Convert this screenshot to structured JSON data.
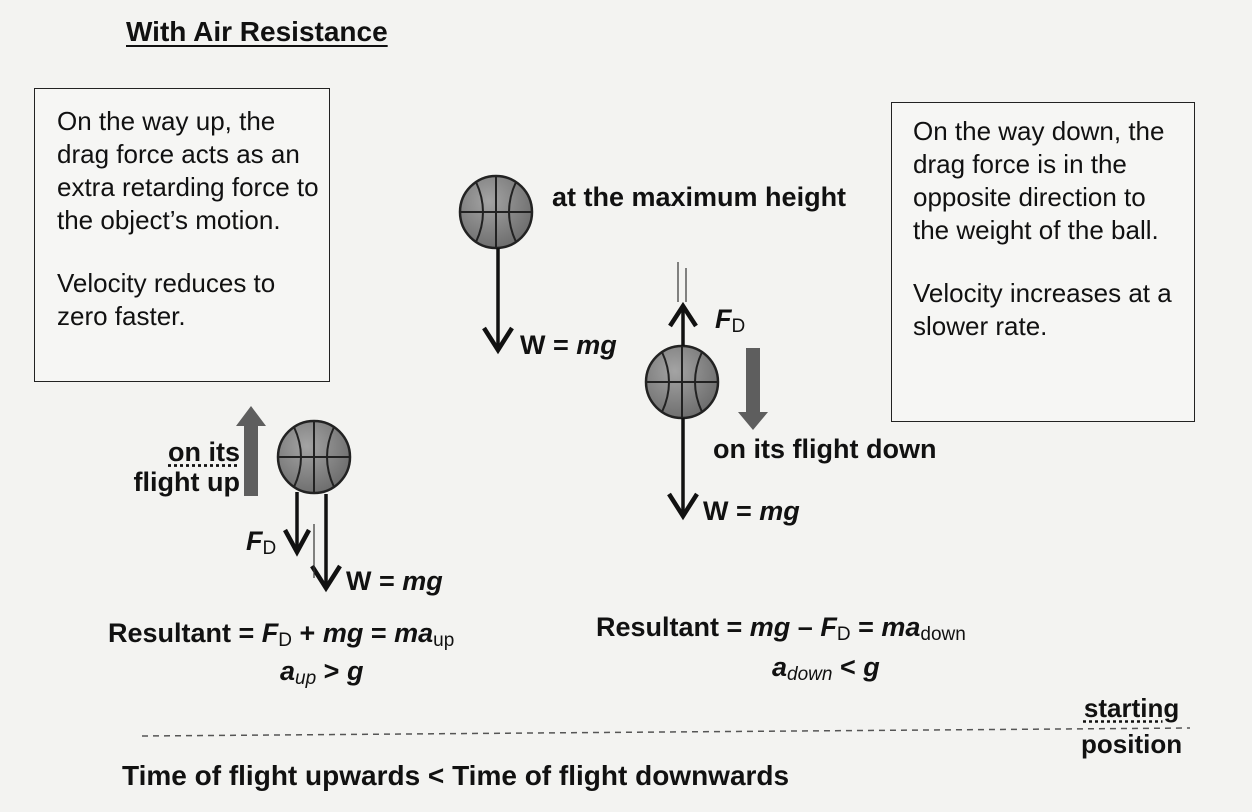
{
  "title": "With Air Resistance",
  "left_box": {
    "para1": "On the way up, the drag force acts as an extra retarding force to the object’s motion.",
    "para2": "Velocity reduces to zero faster."
  },
  "right_box": {
    "para1": "On the way down, the drag force is in the opposite direction to the weight of the ball.",
    "para2": "Velocity increases at a slower rate."
  },
  "labels": {
    "max_height": "at the maximum height",
    "flight_up_line1": "on its",
    "flight_up_line2": "flight up",
    "flight_down": "on its flight down",
    "starting_line1": "starting",
    "starting_line2": "position"
  },
  "forces": {
    "weight_prefix": "W = ",
    "weight_symbol": "mg",
    "drag_symbol": "F",
    "drag_sub": "D"
  },
  "equations": {
    "up_prefix": "Resultant = ",
    "up_rest_a": " + ",
    "up_mg": "mg",
    "up_eq": " = ",
    "up_ma": "ma",
    "up_sub": "up",
    "down_prefix": "Resultant = ",
    "down_mg": "mg",
    "down_minus": " – ",
    "down_eq": " = ",
    "down_ma": "ma",
    "down_sub": "down",
    "ineq_up_a": "a",
    "ineq_up_sub": "up",
    "ineq_up_rest": " > ",
    "ineq_up_g": "g",
    "ineq_down_a": "a",
    "ineq_down_sub": "down",
    "ineq_down_rest": " < ",
    "ineq_down_g": "g"
  },
  "summary": "Time of flight upwards < Time of flight downwards",
  "colors": {
    "ball_fill": "#8c8c8c",
    "ball_fill_dark": "#6b6b6b",
    "thick_arrow": "#5e5e5e",
    "ink": "#111111"
  }
}
